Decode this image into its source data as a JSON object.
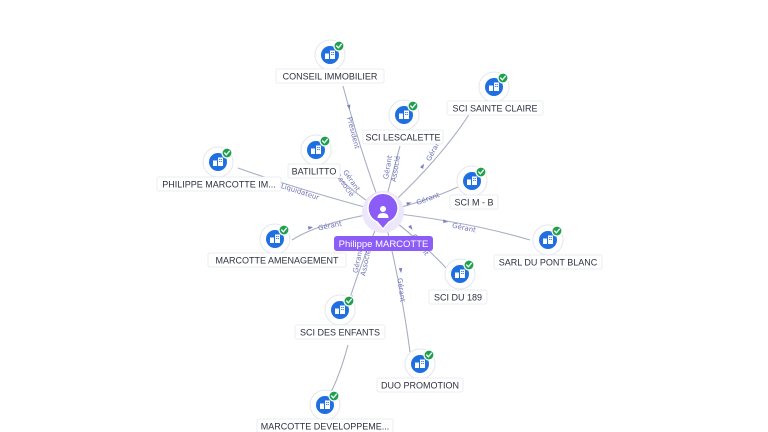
{
  "person": {
    "name": "Philippe MARCOTTE",
    "icon": "person-icon",
    "color": "#8b5cf6"
  },
  "company_icon": "building-icon",
  "verified_icon": "check-icon",
  "companies": [
    {
      "id": "conseil-immobilier",
      "name": "CONSEIL IMMOBILIER",
      "role": "Président"
    },
    {
      "id": "sci-lescalette",
      "name": "SCI LESCALETTE",
      "role": "Gérant Associé"
    },
    {
      "id": "sci-sainte-claire",
      "name": "SCI SAINTE CLAIRE",
      "role": "Gérant"
    },
    {
      "id": "batilitto",
      "name": "BATILITTO",
      "role": "Gérant Associé"
    },
    {
      "id": "philippe-marcotte-im",
      "name": "PHILIPPE MARCOTTE IM...",
      "role": "Liquidateur"
    },
    {
      "id": "sci-m-b",
      "name": "SCI M - B",
      "role": "Gérant"
    },
    {
      "id": "marcotte-amenagement",
      "name": "MARCOTTE AMENAGEMENT",
      "role": "Gérant"
    },
    {
      "id": "sarl-du-pont-blanc",
      "name": "SARL DU PONT BLANC",
      "role": "Gérant"
    },
    {
      "id": "sci-du-189",
      "name": "SCI DU 189",
      "role": "Gérant"
    },
    {
      "id": "sci-des-enfants",
      "name": "SCI DES ENFANTS",
      "role": "Gérant Associé"
    },
    {
      "id": "duo-promotion",
      "name": "DUO PROMOTION",
      "role": "Gérant"
    },
    {
      "id": "marcotte-developpement",
      "name": "MARCOTTE DEVELOPPEME...",
      "role": ""
    }
  ],
  "colors": {
    "company_icon": "#1f6fe0",
    "verified": "#1ea14f",
    "edge": "#a9aec4",
    "edge_label": "#6f74b8"
  }
}
